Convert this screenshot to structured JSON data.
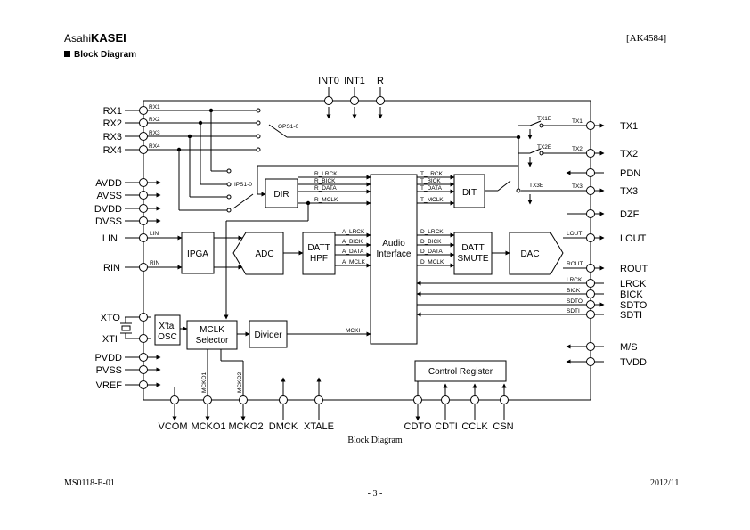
{
  "header": {
    "brand_light": "Asahi",
    "brand_bold": "KASEI",
    "part_number": "[AK4584]",
    "section_title": "Block Diagram"
  },
  "diagram": {
    "top_pins": [
      "INT0",
      "INT1",
      "R"
    ],
    "left_pins": [
      "RX1",
      "RX2",
      "RX3",
      "RX4",
      "AVDD",
      "AVSS",
      "DVDD",
      "DVSS",
      "LIN",
      "RIN",
      "XTO",
      "XTI",
      "PVDD",
      "PVSS",
      "VREF"
    ],
    "right_pins": [
      "TX1",
      "TX2",
      "PDN",
      "TX3",
      "DZF",
      "LOUT",
      "ROUT",
      "LRCK",
      "BICK",
      "SDTO",
      "SDTI",
      "M/S",
      "TVDD"
    ],
    "bottom_pins": [
      "VCOM",
      "MCKO1",
      "MCKO2",
      "DMCK",
      "XTALE",
      "CDTO",
      "CDTI",
      "CCLK",
      "CSN"
    ],
    "blocks": {
      "dir": "DIR",
      "dit": "DIT",
      "ipga": "IPGA",
      "adc": "ADC",
      "datt_hpf": [
        "DATT",
        "HPF"
      ],
      "audio_interface": [
        "Audio",
        "Interface"
      ],
      "datt_smute": [
        "DATT",
        "SMUTE"
      ],
      "dac": "DAC",
      "xtal_osc": [
        "X'tal",
        "OSC"
      ],
      "mclk_selector": [
        "MCLK",
        "Selector"
      ],
      "divider": "Divider",
      "control_register": "Control Register"
    },
    "signals": {
      "rx": [
        "RX1",
        "RX2",
        "RX3",
        "RX4"
      ],
      "ops": "OPS1-0",
      "ips": "IPS1-0",
      "tx1e": "TX1E",
      "tx2e": "TX2E",
      "tx3e": "TX3E",
      "tx1": "TX1",
      "tx2": "TX2",
      "tx3": "TX3",
      "r_bus": [
        "R_LRCK",
        "R_BICK",
        "R_DATA",
        "R_MCLK"
      ],
      "t_bus": [
        "T_LRCK",
        "T_BICK",
        "T_DATA",
        "T_MCLK"
      ],
      "a_bus": [
        "A_LRCK",
        "A_BICK",
        "A_DATA",
        "A_MCLK"
      ],
      "d_bus": [
        "D_LRCK",
        "D_BICK",
        "D_DATA",
        "D_MCLK"
      ],
      "lin": "LIN",
      "rin": "RIN",
      "lout": "LOUT",
      "rout": "ROUT",
      "lrck": "LRCK",
      "bick": "BICK",
      "sdto": "SDTO",
      "sdti": "SDTI",
      "mcki": "MCKI",
      "mcko1": "MCKO1",
      "mcko2": "MCKO2"
    }
  },
  "caption": "Block Diagram",
  "footer": {
    "doc_id": "MS0118-E-01",
    "date": "2012/11",
    "page": "- 3 -"
  }
}
